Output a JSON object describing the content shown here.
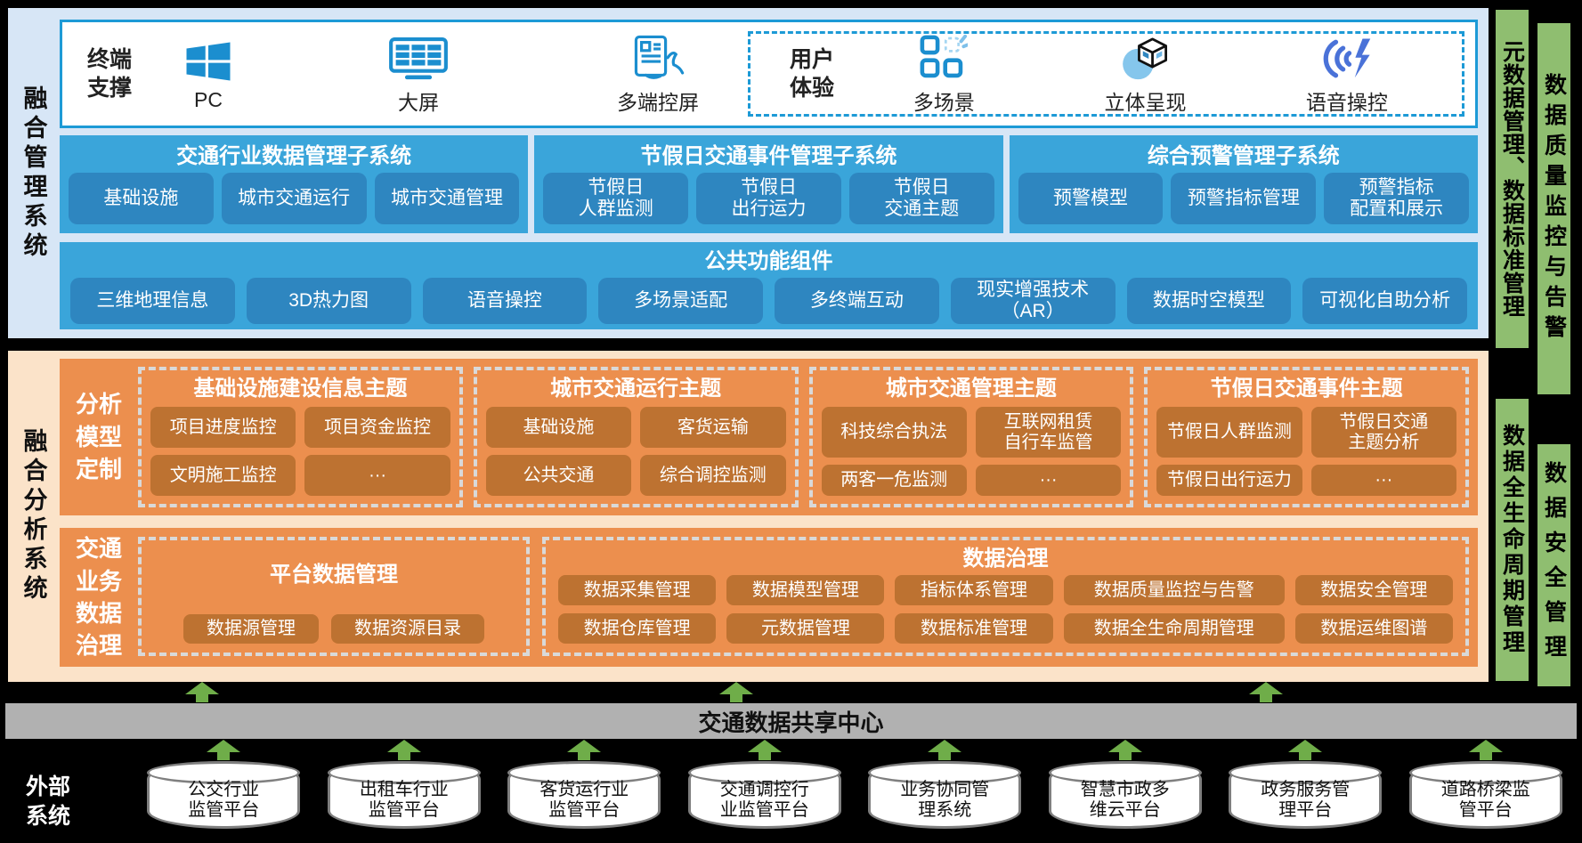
{
  "colors": {
    "light_blue_bg": "#d7e6f6",
    "blue_panel": "#3aa5da",
    "blue_button": "#2e86c0",
    "box_border_blue": "#1d9ad6",
    "icon_blue": "#1b8ecf",
    "voice_blue": "#4a72d8",
    "orange_bg": "#fbe3c9",
    "orange_panel": "#ec8f4e",
    "orange_button": "#bd7231",
    "dashed_gray": "#d9d9d9",
    "green_bar": "#8fbe70",
    "arrow_green": "#6fad49",
    "gray_bar": "#b1b1b1",
    "cylinder_border": "#7f7f7f"
  },
  "left_rail": {
    "fusion_management": "融合管理系统",
    "fusion_analysis": "融合分析系统",
    "external_systems": "外部\n系统"
  },
  "terminal": {
    "label": "终端\n支撑",
    "items": [
      {
        "label": "PC",
        "icon": "windows-icon"
      },
      {
        "label": "大屏",
        "icon": "big-screen-icon"
      },
      {
        "label": "多端控屏",
        "icon": "multi-terminal-screen-icon"
      }
    ],
    "user_experience": {
      "label": "用户\n体验",
      "items": [
        {
          "label": "多场景",
          "icon": "multi-scene-icon"
        },
        {
          "label": "立体呈现",
          "icon": "cube-3d-icon"
        },
        {
          "label": "语音操控",
          "icon": "voice-control-icon"
        }
      ]
    }
  },
  "subsystems": [
    {
      "title": "交通行业数据管理子系统",
      "buttons": [
        "基础设施",
        "城市交通运行",
        "城市交通管理"
      ]
    },
    {
      "title": "节假日交通事件管理子系统",
      "buttons": [
        "节假日\n人群监测",
        "节假日\n出行运力",
        "节假日\n交通主题"
      ]
    },
    {
      "title": "综合预警管理子系统",
      "buttons": [
        "预警模型",
        "预警指标管理",
        "预警指标\n配置和展示"
      ]
    }
  ],
  "common_components": {
    "title": "公共功能组件",
    "buttons": [
      "三维地理信息",
      "3D热力图",
      "语音操控",
      "多场景适配",
      "多终端互动",
      "现实增强技术（AR）",
      "数据时空模型",
      "可视化自助分析"
    ]
  },
  "analysis_model": {
    "label": "分析\n模型\n定制",
    "topics": [
      {
        "title": "基础设施建设信息主题",
        "buttons": [
          "项目进度监控",
          "项目资金监控",
          "文明施工监控",
          "···"
        ]
      },
      {
        "title": "城市交通运行主题",
        "buttons": [
          "基础设施",
          "客货运输",
          "公共交通",
          "综合调控监测"
        ]
      },
      {
        "title": "城市交通管理主题",
        "buttons": [
          "科技综合执法",
          "互联网租赁\n自行车监管",
          "两客一危监测",
          "···"
        ]
      },
      {
        "title": "节假日交通事件主题",
        "buttons": [
          "节假日人群监测",
          "节假日交通\n主题分析",
          "节假日出行运力",
          "···"
        ]
      }
    ]
  },
  "data_governance": {
    "label": "交通\n业务\n数据\n治理",
    "platform": {
      "title": "平台数据管理",
      "buttons": [
        "数据源管理",
        "数据资源目录"
      ]
    },
    "governance": {
      "title": "数据治理",
      "rows": [
        [
          "数据采集管理",
          "数据模型管理",
          "指标体系管理",
          "数据质量监控与告警",
          "数据安全管理"
        ],
        [
          "数据仓库管理",
          "元数据管理",
          "数据标准管理",
          "数据全生命周期管理",
          "数据运维图谱"
        ]
      ]
    }
  },
  "share_center": {
    "title": "交通数据共享中心"
  },
  "external_platforms": [
    "公交行业\n监管平台",
    "出租车行业\n监管平台",
    "客货运行业\n监管平台",
    "交通调控行\n业监管平台",
    "业务协同管\n理系统",
    "智慧市政多\n维云平台",
    "政务服务管\n理平台",
    "道路桥梁监\n管平台"
  ],
  "right_bars": [
    {
      "label": "元数据管理、数据标准管理"
    },
    {
      "label": "数据质量监控与告警"
    },
    {
      "label": "数据全生命周期管理"
    },
    {
      "label": "数据安全管理"
    }
  ]
}
